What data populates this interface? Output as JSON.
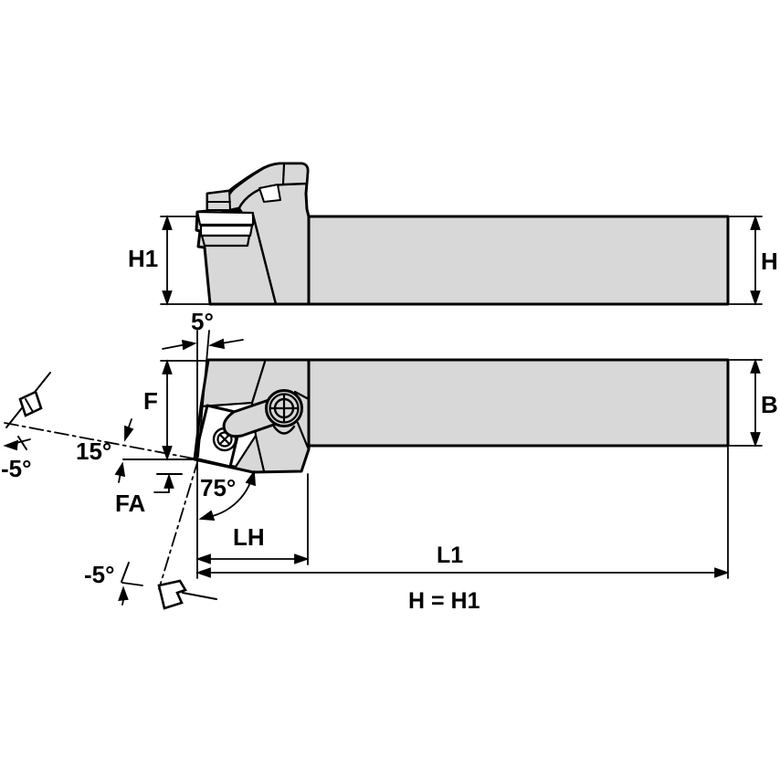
{
  "drawing": {
    "kind": "toolholder-dimensional-drawing",
    "colors": {
      "background": "#ffffff",
      "line": "#000000",
      "body_fill": "#d8d8d8",
      "insert_fill": "#ffffff"
    },
    "labels": {
      "h1": "H1",
      "h": "H",
      "angle_top": "5°",
      "f": "F",
      "b": "B",
      "angle_side": "15°",
      "rake_left": "-5°",
      "fa": "FA",
      "lead_angle": "75°",
      "lh": "LH",
      "l1": "L1",
      "rake_bottom": "-5°",
      "equality_note": "H = H1"
    }
  }
}
